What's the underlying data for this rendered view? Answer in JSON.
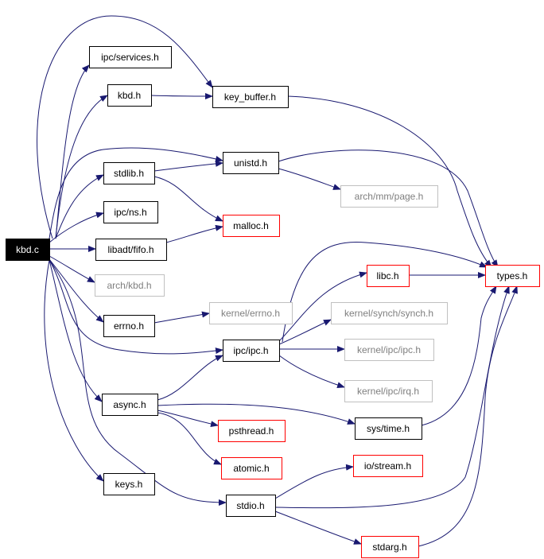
{
  "colors": {
    "edge": "#191970",
    "border_default": "#000000",
    "border_missing": "#c0c0c0",
    "border_truncated": "#ff0000",
    "root_fill": "#000000",
    "root_text": "#ffffff",
    "text": "#000000",
    "missing_text": "#7f7f7f"
  },
  "nodes": {
    "kbd_c": {
      "label": "kbd.c",
      "kind": "root"
    },
    "ipc_services_h": {
      "label": "ipc/services.h",
      "kind": "normal"
    },
    "kbd_h": {
      "label": "kbd.h",
      "kind": "normal"
    },
    "key_buffer_h": {
      "label": "key_buffer.h",
      "kind": "normal"
    },
    "stdlib_h": {
      "label": "stdlib.h",
      "kind": "normal"
    },
    "unistd_h": {
      "label": "unistd.h",
      "kind": "normal"
    },
    "arch_mm_page_h": {
      "label": "arch/mm/page.h",
      "kind": "missing"
    },
    "ipc_ns_h": {
      "label": "ipc/ns.h",
      "kind": "normal"
    },
    "malloc_h": {
      "label": "malloc.h",
      "kind": "truncated"
    },
    "libadt_fifo_h": {
      "label": "libadt/fifo.h",
      "kind": "normal"
    },
    "arch_kbd_h": {
      "label": "arch/kbd.h",
      "kind": "missing"
    },
    "libc_h": {
      "label": "libc.h",
      "kind": "truncated"
    },
    "types_h": {
      "label": "types.h",
      "kind": "truncated"
    },
    "kernel_synch_synch_h": {
      "label": "kernel/synch/synch.h",
      "kind": "missing"
    },
    "kernel_errno_h": {
      "label": "kernel/errno.h",
      "kind": "missing"
    },
    "errno_h": {
      "label": "errno.h",
      "kind": "normal"
    },
    "ipc_ipc_h": {
      "label": "ipc/ipc.h",
      "kind": "normal"
    },
    "kernel_ipc_ipc_h": {
      "label": "kernel/ipc/ipc.h",
      "kind": "missing"
    },
    "kernel_ipc_irq_h": {
      "label": "kernel/ipc/irq.h",
      "kind": "missing"
    },
    "async_h": {
      "label": "async.h",
      "kind": "normal"
    },
    "sys_time_h": {
      "label": "sys/time.h",
      "kind": "normal"
    },
    "psthread_h": {
      "label": "psthread.h",
      "kind": "truncated"
    },
    "atomic_h": {
      "label": "atomic.h",
      "kind": "truncated"
    },
    "io_stream_h": {
      "label": "io/stream.h",
      "kind": "truncated"
    },
    "keys_h": {
      "label": "keys.h",
      "kind": "normal"
    },
    "stdio_h": {
      "label": "stdio.h",
      "kind": "normal"
    },
    "stdarg_h": {
      "label": "stdarg.h",
      "kind": "truncated"
    }
  },
  "edges": [
    [
      "kbd_c",
      "ipc_services_h"
    ],
    [
      "kbd_c",
      "kbd_h"
    ],
    [
      "kbd_c",
      "key_buffer_h"
    ],
    [
      "kbd_c",
      "stdlib_h"
    ],
    [
      "kbd_c",
      "unistd_h"
    ],
    [
      "kbd_c",
      "ipc_ns_h"
    ],
    [
      "kbd_c",
      "libadt_fifo_h"
    ],
    [
      "kbd_c",
      "arch_kbd_h"
    ],
    [
      "kbd_c",
      "errno_h"
    ],
    [
      "kbd_c",
      "ipc_ipc_h"
    ],
    [
      "kbd_c",
      "async_h"
    ],
    [
      "kbd_c",
      "keys_h"
    ],
    [
      "kbd_c",
      "stdio_h"
    ],
    [
      "kbd_h",
      "key_buffer_h"
    ],
    [
      "key_buffer_h",
      "types_h"
    ],
    [
      "stdlib_h",
      "unistd_h"
    ],
    [
      "stdlib_h",
      "malloc_h"
    ],
    [
      "unistd_h",
      "types_h"
    ],
    [
      "unistd_h",
      "arch_mm_page_h"
    ],
    [
      "libadt_fifo_h",
      "malloc_h"
    ],
    [
      "errno_h",
      "kernel_errno_h"
    ],
    [
      "ipc_ipc_h",
      "libc_h"
    ],
    [
      "ipc_ipc_h",
      "types_h"
    ],
    [
      "ipc_ipc_h",
      "kernel_synch_synch_h"
    ],
    [
      "ipc_ipc_h",
      "kernel_ipc_ipc_h"
    ],
    [
      "ipc_ipc_h",
      "kernel_ipc_irq_h"
    ],
    [
      "libc_h",
      "types_h"
    ],
    [
      "async_h",
      "ipc_ipc_h"
    ],
    [
      "async_h",
      "psthread_h"
    ],
    [
      "async_h",
      "sys_time_h"
    ],
    [
      "async_h",
      "atomic_h"
    ],
    [
      "sys_time_h",
      "types_h"
    ],
    [
      "stdio_h",
      "io_stream_h"
    ],
    [
      "stdio_h",
      "types_h"
    ],
    [
      "stdio_h",
      "stdarg_h"
    ],
    [
      "stdarg_h",
      "types_h"
    ]
  ]
}
